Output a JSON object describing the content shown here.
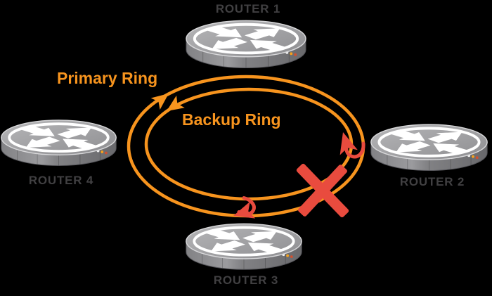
{
  "diagram": {
    "background": "#000000",
    "routers": [
      {
        "label": "ROUTER 1",
        "position": "top"
      },
      {
        "label": "ROUTER 2",
        "position": "right"
      },
      {
        "label": "ROUTER 3",
        "position": "bottom"
      },
      {
        "label": "ROUTER 4",
        "position": "left"
      }
    ],
    "rings": {
      "primary": {
        "label": "Primary Ring",
        "color": "#F7941E",
        "direction": "clockwise"
      },
      "backup": {
        "label": "Backup Ring",
        "color": "#F7941E",
        "direction": "counterclockwise"
      }
    },
    "failure": {
      "marker": "X",
      "color": "#E94B3E",
      "location": "ring segment between ROUTER 2 and ROUTER 3",
      "wrap_arrows": [
        "loopback at ROUTER 2",
        "loopback at ROUTER 3"
      ]
    }
  }
}
